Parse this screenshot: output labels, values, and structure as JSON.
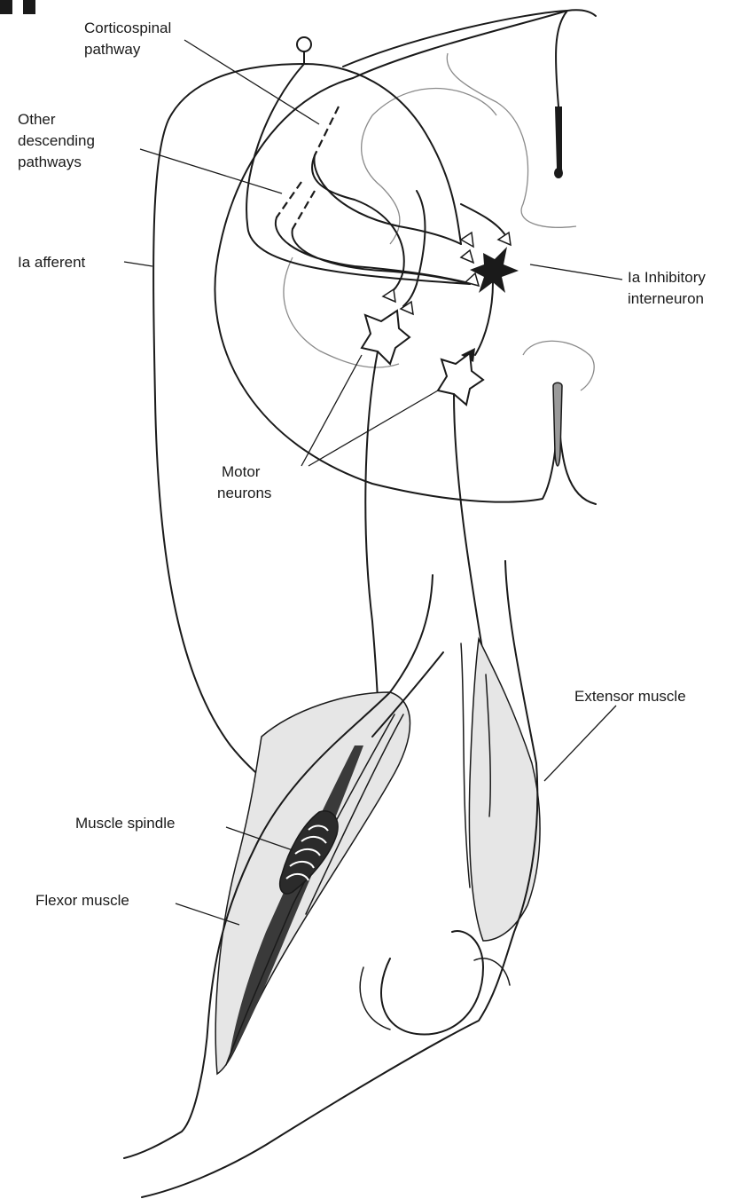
{
  "labels": {
    "corticospinal_line1": "Corticospinal",
    "corticospinal_line2": "pathway",
    "other_line1": "Other",
    "other_line2": "descending",
    "other_line3": "pathways",
    "ia_afferent": "Ia afferent",
    "ia_inhib_line1": "Ia Inhibitory",
    "ia_inhib_line2": "interneuron",
    "motor_line1": "Motor",
    "motor_line2": "neurons",
    "extensor": "Extensor muscle",
    "spindle": "Muscle spindle",
    "flexor": "Flexor muscle"
  },
  "colors": {
    "ink": "#1a1a1a",
    "grey_matter_outline": "#8a8a8a",
    "muscle_fill": "#e6e6e6",
    "spindle_fill": "#2b2b2b"
  }
}
